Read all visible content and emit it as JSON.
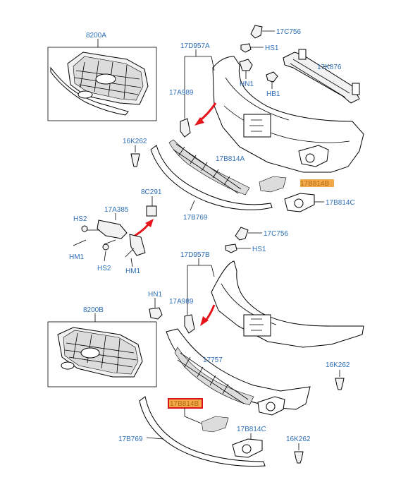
{
  "labels": {
    "l_8200A": "8200A",
    "l_17D957A": "17D957A",
    "l_17C756_top": "17C756",
    "l_HS1_top": "HS1",
    "l_17K876": "17K876",
    "l_HN1_top": "HN1",
    "l_HB1": "HB1",
    "l_17A989_top": "17A989",
    "l_16K262_left": "16K262",
    "l_17B814A": "17B814A",
    "l_17B814B_top": "17B814B",
    "l_17B814C_top": "17B814C",
    "l_8C291": "8C291",
    "l_HS2_a": "HS2",
    "l_17A385": "17A385",
    "l_HM1_a": "HM1",
    "l_HS2_b": "HS2",
    "l_HM1_b": "HM1",
    "l_17B769_top": "17B769",
    "l_17C756_mid": "17C756",
    "l_HS1_mid": "HS1",
    "l_17D957B": "17D957B",
    "l_HN1_mid": "HN1",
    "l_17A989_mid": "17A989",
    "l_8200B": "8200B",
    "l_17757": "17757",
    "l_16K262_right": "16K262",
    "l_17B814B_bottom": "17B814B",
    "l_17B814C_bottom": "17B814C",
    "l_17B769_bottom": "17B769",
    "l_16K262_bottom": "16K262"
  },
  "colors": {
    "label_text": "#2d6fb7",
    "highlight_orange": "#f3a94a",
    "highlight_red": "#d8131a",
    "arrow_red": "#e8141c"
  }
}
